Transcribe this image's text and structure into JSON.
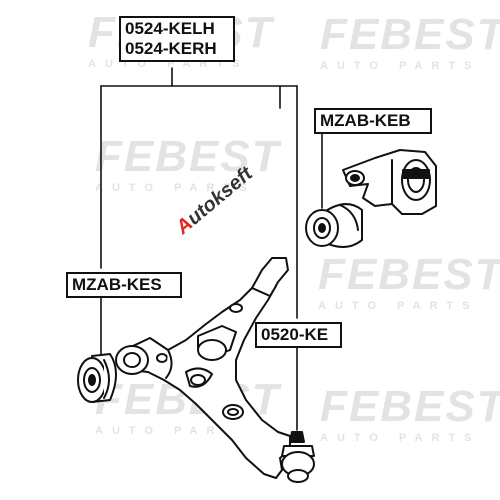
{
  "labels": {
    "top_line1": "0524-KELH",
    "top_line2": "0524-KERH",
    "keb": "MZAB-KEB",
    "kes": "MZAB-KES",
    "ke": "0520-KE"
  },
  "watermark": {
    "word": "FEBEST",
    "subtitle": "AUTO PARTS"
  },
  "brand": {
    "mark": "A",
    "text": "utokseft"
  },
  "colors": {
    "line": "#111111",
    "watermark": "#e3e3e3",
    "brand_accent": "#e0261c"
  }
}
